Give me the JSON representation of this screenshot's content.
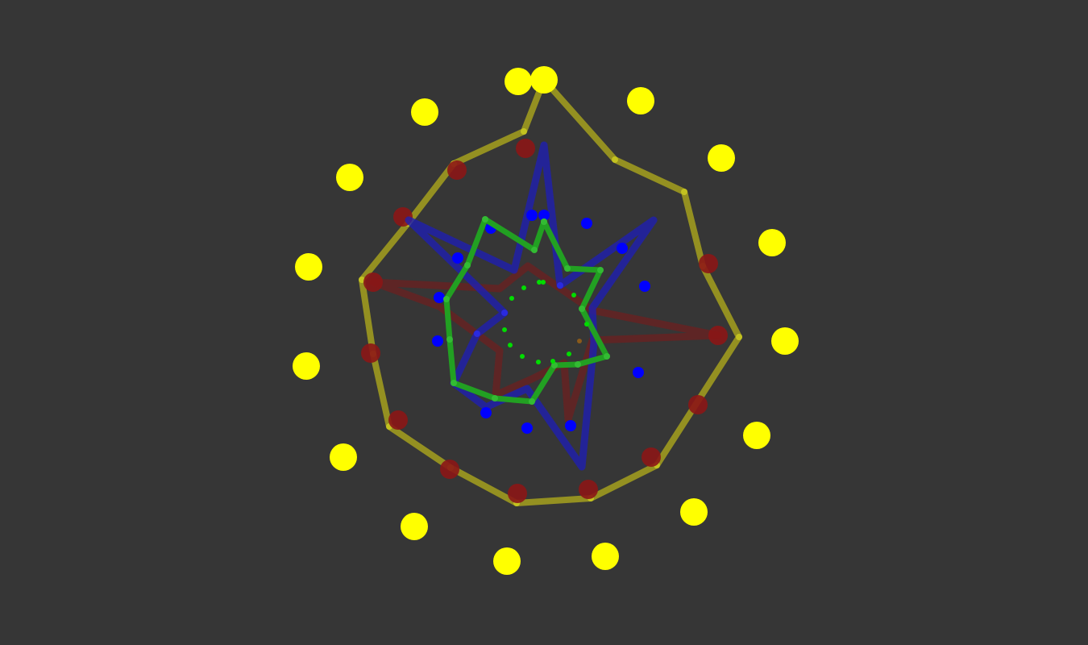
{
  "background": "#363636",
  "layers": [
    {
      "name": "yellow-layer",
      "line_color": "#9e9a1f",
      "dot_color": "#ffff00",
      "line_opacity": 0.9
    },
    {
      "name": "red-layer",
      "line_color": "#7a1a1a",
      "dot_color": "#8b1616",
      "line_opacity": 0.6
    },
    {
      "name": "blue-layer",
      "line_color": "#1f1fb0",
      "dot_color": "#0000ff",
      "line_opacity": 0.8
    },
    {
      "name": "green-layer",
      "line_color": "#22a022",
      "dot_color": "#00dd00",
      "line_opacity": 1.0
    }
  ]
}
